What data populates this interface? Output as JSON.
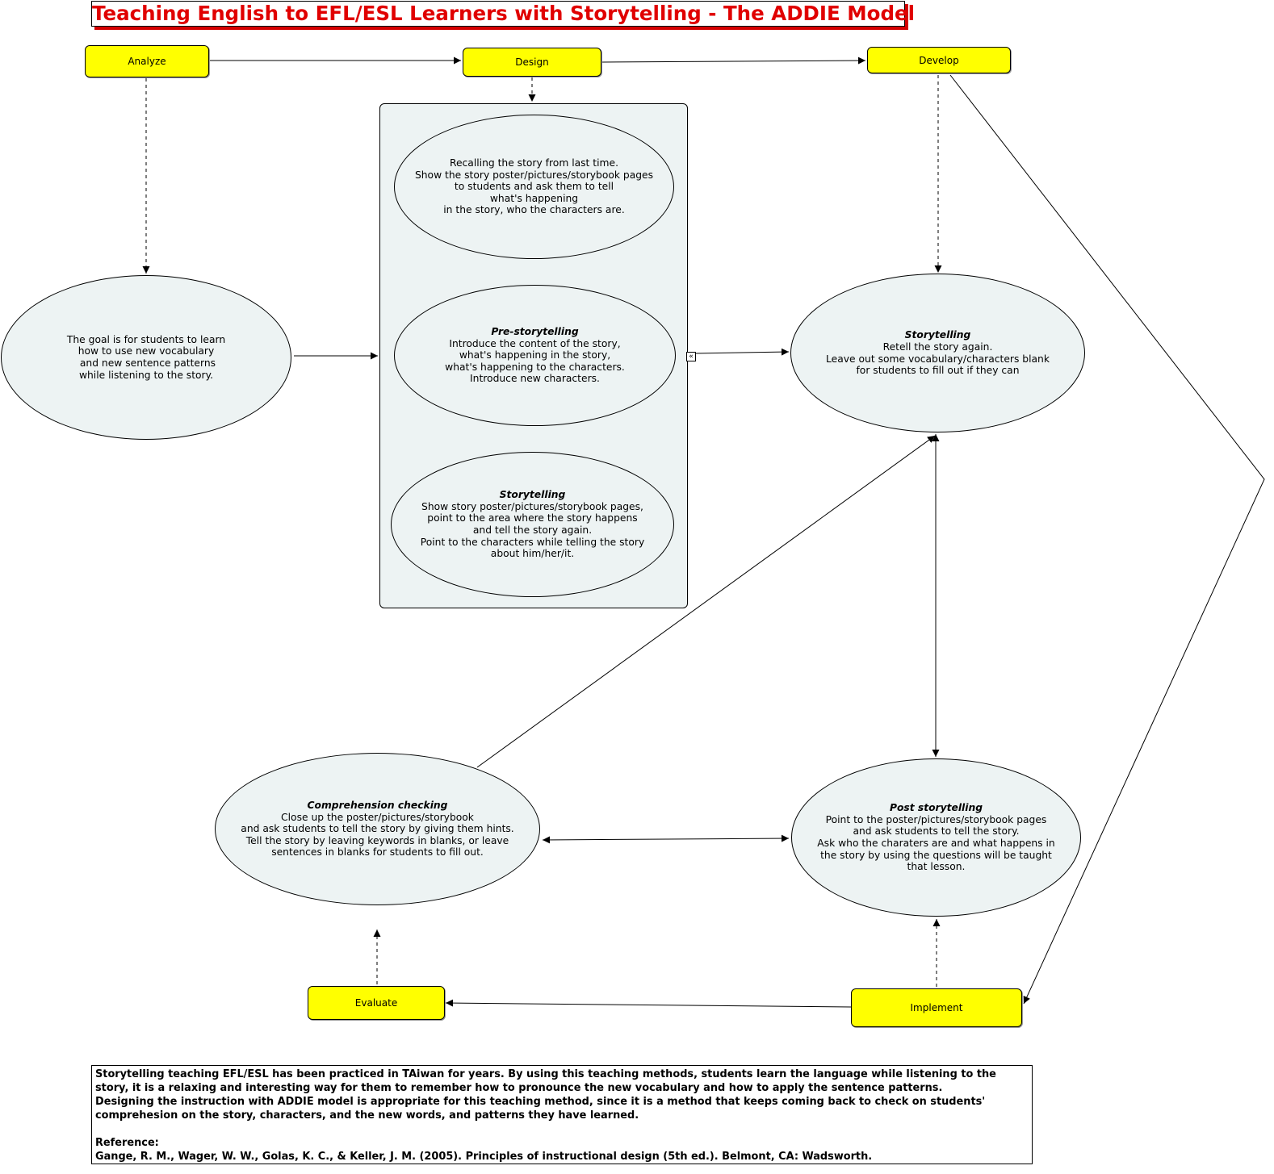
{
  "title": "Teaching English to EFL/ESL Learners with Storytelling - The ADDIE Model",
  "phases": {
    "analyze": "Analyze",
    "design": "Design",
    "develop": "Develop",
    "implement": "Implement",
    "evaluate": "Evaluate"
  },
  "nodes": {
    "goal": {
      "lines": [
        "The goal is for students to learn",
        "how to use new vocabulary",
        " and new sentence patterns",
        "while listening to the story."
      ]
    },
    "recall": {
      "lines": [
        "Recalling the story from last time.",
        "Show the story poster/pictures/storybook pages",
        "to students and ask them to tell",
        "what's happening",
        "in the story, who the characters are."
      ]
    },
    "pre_storytelling": {
      "heading": "Pre-storytelling",
      "lines": [
        "Introduce the content of the story,",
        "what's happening in the story,",
        "what's happening to the characters.",
        "Introduce new characters."
      ]
    },
    "design_storytelling": {
      "heading": "Storytelling",
      "lines": [
        "Show story poster/pictures/storybook pages,",
        "point to the area where the story happens",
        "and tell the story again.",
        "Point to the characters while telling the story",
        "about him/her/it."
      ]
    },
    "develop_storytelling": {
      "heading": "Storytelling",
      "lines": [
        "Retell the story again.",
        "Leave out some vocabulary/characters blank",
        "for students to fill out if they can"
      ]
    },
    "post_storytelling": {
      "heading": "Post storytelling",
      "lines": [
        "Point to the poster/pictures/storybook pages",
        "and ask students to tell the story.",
        "Ask who the charaters are and what happens in",
        "the story by using the questions will be taught",
        "that lesson."
      ]
    },
    "comprehension": {
      "heading": "Comprehension checking",
      "lines": [
        "Close up the poster/pictures/storybook",
        "and ask students to tell the story by giving them hints.",
        "Tell the story by leaving keywords in blanks, or leave",
        "sentences in blanks for students to fill out."
      ]
    }
  },
  "note": {
    "p1": "Storytelling teaching EFL/ESL has been practiced in TAiwan for years. By using this teaching methods, students learn the language while listening to the story, it is a relaxing and interesting way for them to remember how to pronounce the new vocabulary and how to apply the sentence patterns.",
    "p2": "Designing the instruction with ADDIE model is appropriate for this teaching method, since it is a method that keeps coming back to check on students' comprehesion on the story, characters, and the new words, and patterns they have learned.",
    "ref_label": "Reference:",
    "ref": "Gange, R. M., Wager, W. W., Golas, K. C., & Keller, J. M. (2005). Principles of instructional design (5th ed.). Belmont, CA: Wadsworth."
  },
  "colors": {
    "phase_fill": "#ffff00",
    "node_fill": "#edf3f3",
    "title_text": "#e00000"
  }
}
